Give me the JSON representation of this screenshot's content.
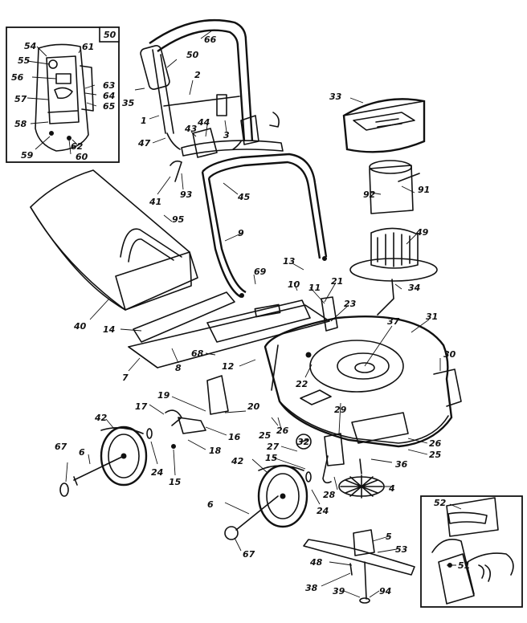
{
  "diagram": {
    "callouts": {
      "p54": "54",
      "p55": "55",
      "p56": "56",
      "p57": "57",
      "p58": "58",
      "p59": "59",
      "p60": "60",
      "p61": "61",
      "p62": "62",
      "p63": "63",
      "p64": "64",
      "p65": "65",
      "inset_tl": "50",
      "p66": "66",
      "p50": "50",
      "p2": "2",
      "p35": "35",
      "p1": "1",
      "p47": "47",
      "p43": "43",
      "p44": "44",
      "p3": "3",
      "p41": "41",
      "p93": "93",
      "p45": "45",
      "p9": "9",
      "p95": "95",
      "p40": "40",
      "p14": "14",
      "p7": "7",
      "p8": "8",
      "p33": "33",
      "p92": "92",
      "p91": "91",
      "p49": "49",
      "p13": "13",
      "p69": "69",
      "p10": "10",
      "p11": "11",
      "p21": "21",
      "p23": "23",
      "p34": "34",
      "p31": "31",
      "p37": "37",
      "p30": "30",
      "p68": "68",
      "p12": "12",
      "p22": "22",
      "p17": "17",
      "p19": "19",
      "p20": "20",
      "p16": "16",
      "p18": "18",
      "p42a": "42",
      "p6a": "6",
      "p67a": "67",
      "p24a": "24",
      "p15a": "15",
      "p25a": "25",
      "p26a": "26",
      "p32": "32",
      "p27": "27",
      "p15b": "15",
      "p29": "29",
      "p26b": "26",
      "p25b": "25",
      "p36": "36",
      "p28": "28",
      "p42b": "42",
      "p24b": "24",
      "p4": "4",
      "p6b": "6",
      "p67b": "67",
      "p5": "5",
      "p53": "53",
      "p48": "48",
      "p38": "38",
      "p39": "39",
      "p94": "94",
      "p52": "52",
      "p51": "51"
    }
  }
}
